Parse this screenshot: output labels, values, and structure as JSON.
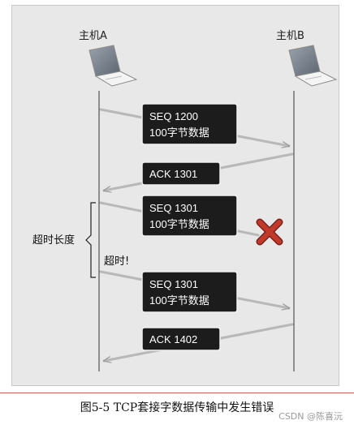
{
  "hosts": {
    "left": "主机A",
    "right": "主机B"
  },
  "packets": [
    {
      "line1": "SEQ 1200",
      "line2": "100字节数据",
      "direction": "A-to-B",
      "lost": false
    },
    {
      "line1": "ACK 1301",
      "line2": "",
      "direction": "B-to-A",
      "lost": false
    },
    {
      "line1": "SEQ 1301",
      "line2": "100字节数据",
      "direction": "A-to-B",
      "lost": true
    },
    {
      "line1": "SEQ 1301",
      "line2": "100字节数据",
      "direction": "A-to-B",
      "lost": false
    },
    {
      "line1": "ACK 1402",
      "line2": "",
      "direction": "B-to-A",
      "lost": false
    }
  ],
  "labels": {
    "timeout_length": "超时长度",
    "timeout": "超时!"
  },
  "caption": "图5-5   TCP套接字数据传输中发生错误",
  "watermark": "CSDN @陈喜沅",
  "colors": {
    "packet_box": "#1c1c1c",
    "arrow": "#b8b8b8",
    "lost_mark": "#c0392b",
    "background": "#e8e8e8"
  }
}
